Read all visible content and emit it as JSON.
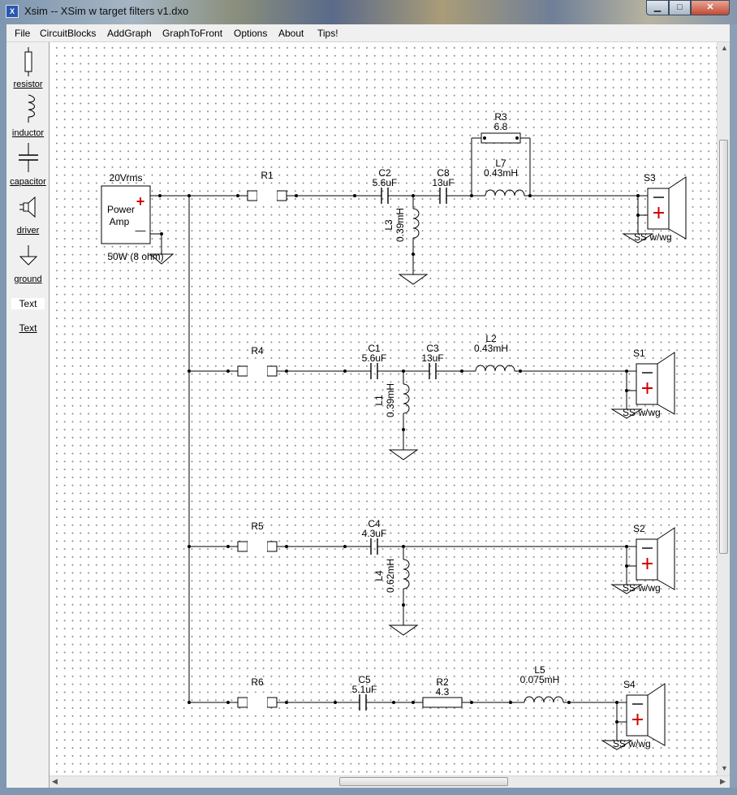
{
  "window": {
    "title": "Xsim -- XSim w target filters v1.dxo",
    "icon_name": "xsim-app-icon",
    "buttons": {
      "minimize": "▁",
      "maximize": "□",
      "close": "✕"
    }
  },
  "menu": [
    "File",
    "CircuitBlocks",
    "AddGraph",
    "GraphToFront",
    "Options",
    "About",
    "Tips!"
  ],
  "toolbox": {
    "resistor": "resistor",
    "inductor": "inductor",
    "capacitor": "capacitor",
    "driver": "driver",
    "ground": "ground",
    "text_plain": "Text",
    "text_link": "Text"
  },
  "amp": {
    "voltage": "20Vrms",
    "line1": "Power",
    "line2": "Amp",
    "rating": "50W (8 ohm)",
    "plus": "+",
    "minus": "—"
  },
  "components": {
    "R1": {
      "name": "R1"
    },
    "R4": {
      "name": "R4"
    },
    "R5": {
      "name": "R5"
    },
    "R6": {
      "name": "R6"
    },
    "R3": {
      "name": "R3",
      "value": "6.8"
    },
    "R2": {
      "name": "R2",
      "value": "4.3"
    },
    "C2": {
      "name": "C2",
      "value": "5.6uF"
    },
    "C8": {
      "name": "C8",
      "value": "13uF"
    },
    "C1": {
      "name": "C1",
      "value": "5.6uF"
    },
    "C3": {
      "name": "C3",
      "value": "13uF"
    },
    "C4": {
      "name": "C4",
      "value": "4.3uF"
    },
    "C5": {
      "name": "C5",
      "value": "5.1uF"
    },
    "L7": {
      "name": "L7",
      "value": "0.43mH"
    },
    "L2": {
      "name": "L2",
      "value": "0.43mH"
    },
    "L5": {
      "name": "L5",
      "value": "0.075mH"
    },
    "L3": {
      "name": "L3",
      "value": "0.39mH"
    },
    "L1": {
      "name": "L1",
      "value": "0.39mH"
    },
    "L4": {
      "name": "L4",
      "value": "0.62mH"
    }
  },
  "drivers": {
    "S3": {
      "name": "S3",
      "model": "SS w/wg"
    },
    "S1": {
      "name": "S1",
      "model": "SS w/wg"
    },
    "S2": {
      "name": "S2",
      "model": "SS w/wg"
    },
    "S4": {
      "name": "S4",
      "model": "SS w/wg"
    }
  },
  "colors": {
    "wire": "#000000",
    "polarity": "#d00000",
    "canvas": "#ffffff",
    "dot_grid": "#8a8a8a"
  }
}
